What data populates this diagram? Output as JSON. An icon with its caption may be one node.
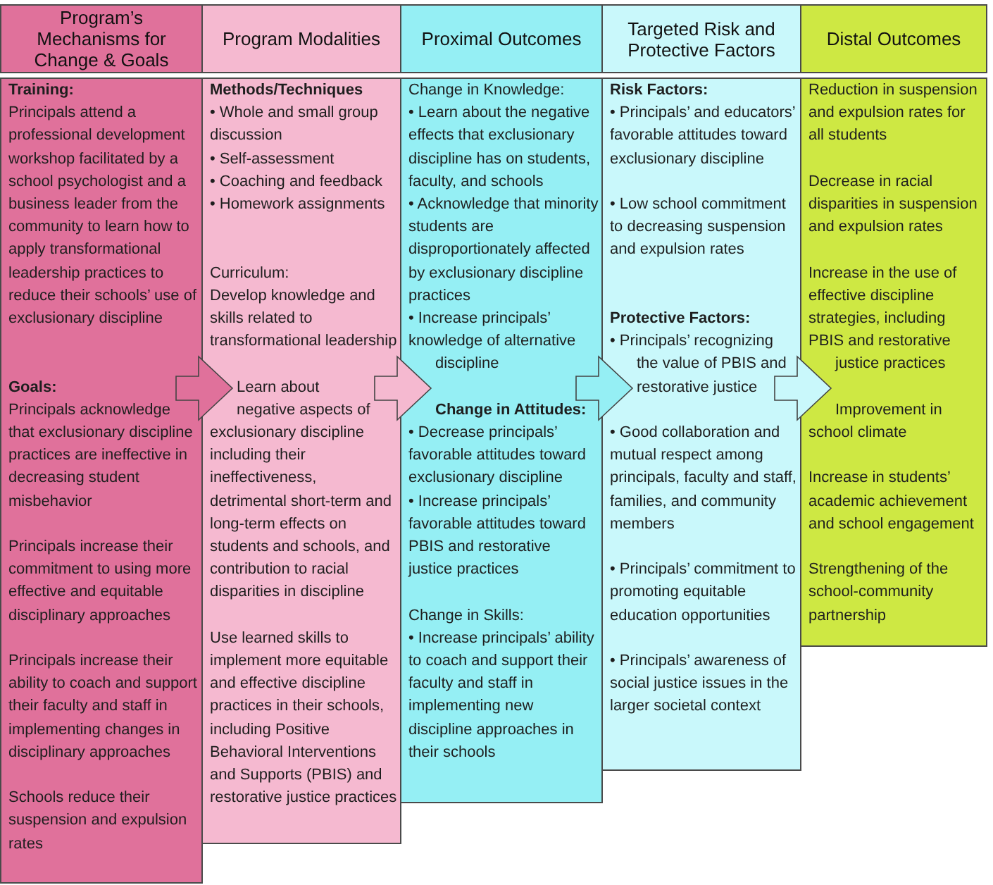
{
  "diagram": {
    "nodes": [
      {
        "text": [
          "Program’s Mechanisms for Change & Goals"
        ]
      },
      {
        "text": [
          "Training:",
          "Principals attend a professional development workshop facilitated by a school psychologist and a business leader from the community to learn how to apply transformational leadership practices to reduce their schools’ use of exclusionary discipline",
          "Goals:",
          "Principals acknowledge that exclusionary discipline practices are ineffective in decreasing student misbehavior",
          "Principals increase their commitment to using more effective and equitable disciplinary approaches",
          "Principals increase their ability to coach and support their faculty and staff in implementing changes in disciplinary approaches",
          "Schools reduce their suspension and expulsion rates"
        ]
      },
      {
        "text": [
          "Program Modalities"
        ]
      },
      {
        "text": [
          "Methods/Techniques",
          "• Whole and small group discussion",
          "• Self-assessment",
          "• Coaching and feedback",
          "• Homework assignments",
          "Curriculum:",
          "Develop knowledge and skills related to transformational leadership",
          "Learn about negative aspects of exclusionary discipline including their ineffectiveness, detrimental short-term and long-term effects on students and schools, and contribution to racial disparities in discipline",
          "Use learned skills to implement more equitable and effective discipline practices in their schools, including Positive Behavioral Interventions and Supports (PBIS) and restorative justice practices"
        ]
      },
      {
        "text": [
          "Proximal Outcomes"
        ]
      },
      {
        "text": [
          "Change in Knowledge:",
          "• Learn about the negative effects that exclusionary discipline has on students, faculty, and schools",
          "• Acknowledge that minority students are disproportionately affected by exclusionary discipline practices",
          "• Increase principals’ knowledge of alternative discipline",
          "Change in Attitudes:",
          "• Decrease principals’ favorable attitudes toward exclusionary discipline",
          "• Increase principals’ favorable attitudes toward PBIS and restorative justice practices",
          "Change in Skills:",
          "• Increase principals’ ability to coach and support their faculty and staff in implementing new discipline approaches in their schools"
        ]
      },
      {
        "text": [
          "Targeted Risk and Protective Factors"
        ]
      },
      {
        "text": [
          "Risk Factors:",
          "• Principals’ and educators’ favorable attitudes toward exclusionary discipline",
          "• Low school commitment to decreasing suspension and expulsion rates",
          "Protective Factors:",
          "• Principals’ recognizing the value of PBIS and restorative justice",
          "• Good collaboration and mutual respect among principals, faculty and staff, families, and community members",
          "• Principals’ commitment to promoting equitable education opportunities",
          "• Principals’ awareness of social justice issues in the larger societal context"
        ]
      },
      {
        "text": [
          "Distal Outcomes"
        ]
      },
      {
        "text": [
          "Reduction in suspension and expulsion rates for all students",
          "Decrease in racial disparities in suspension and expulsion rates",
          "Increase in the use of effective discipline strategies, including PBIS and restorative justice practices",
          "Improvement in school climate",
          "Increase in students’ academic achievement and school engagement",
          "Strengthening of the school-community partnership"
        ]
      }
    ],
    "edges": [
      {
        "from": 1,
        "to": 3,
        "arrow": "to"
      },
      {
        "from": 3,
        "to": 5,
        "arrow": "to"
      },
      {
        "from": 5,
        "to": 7,
        "arrow": "to"
      },
      {
        "from": 7,
        "to": 9,
        "arrow": "to"
      }
    ]
  }
}
